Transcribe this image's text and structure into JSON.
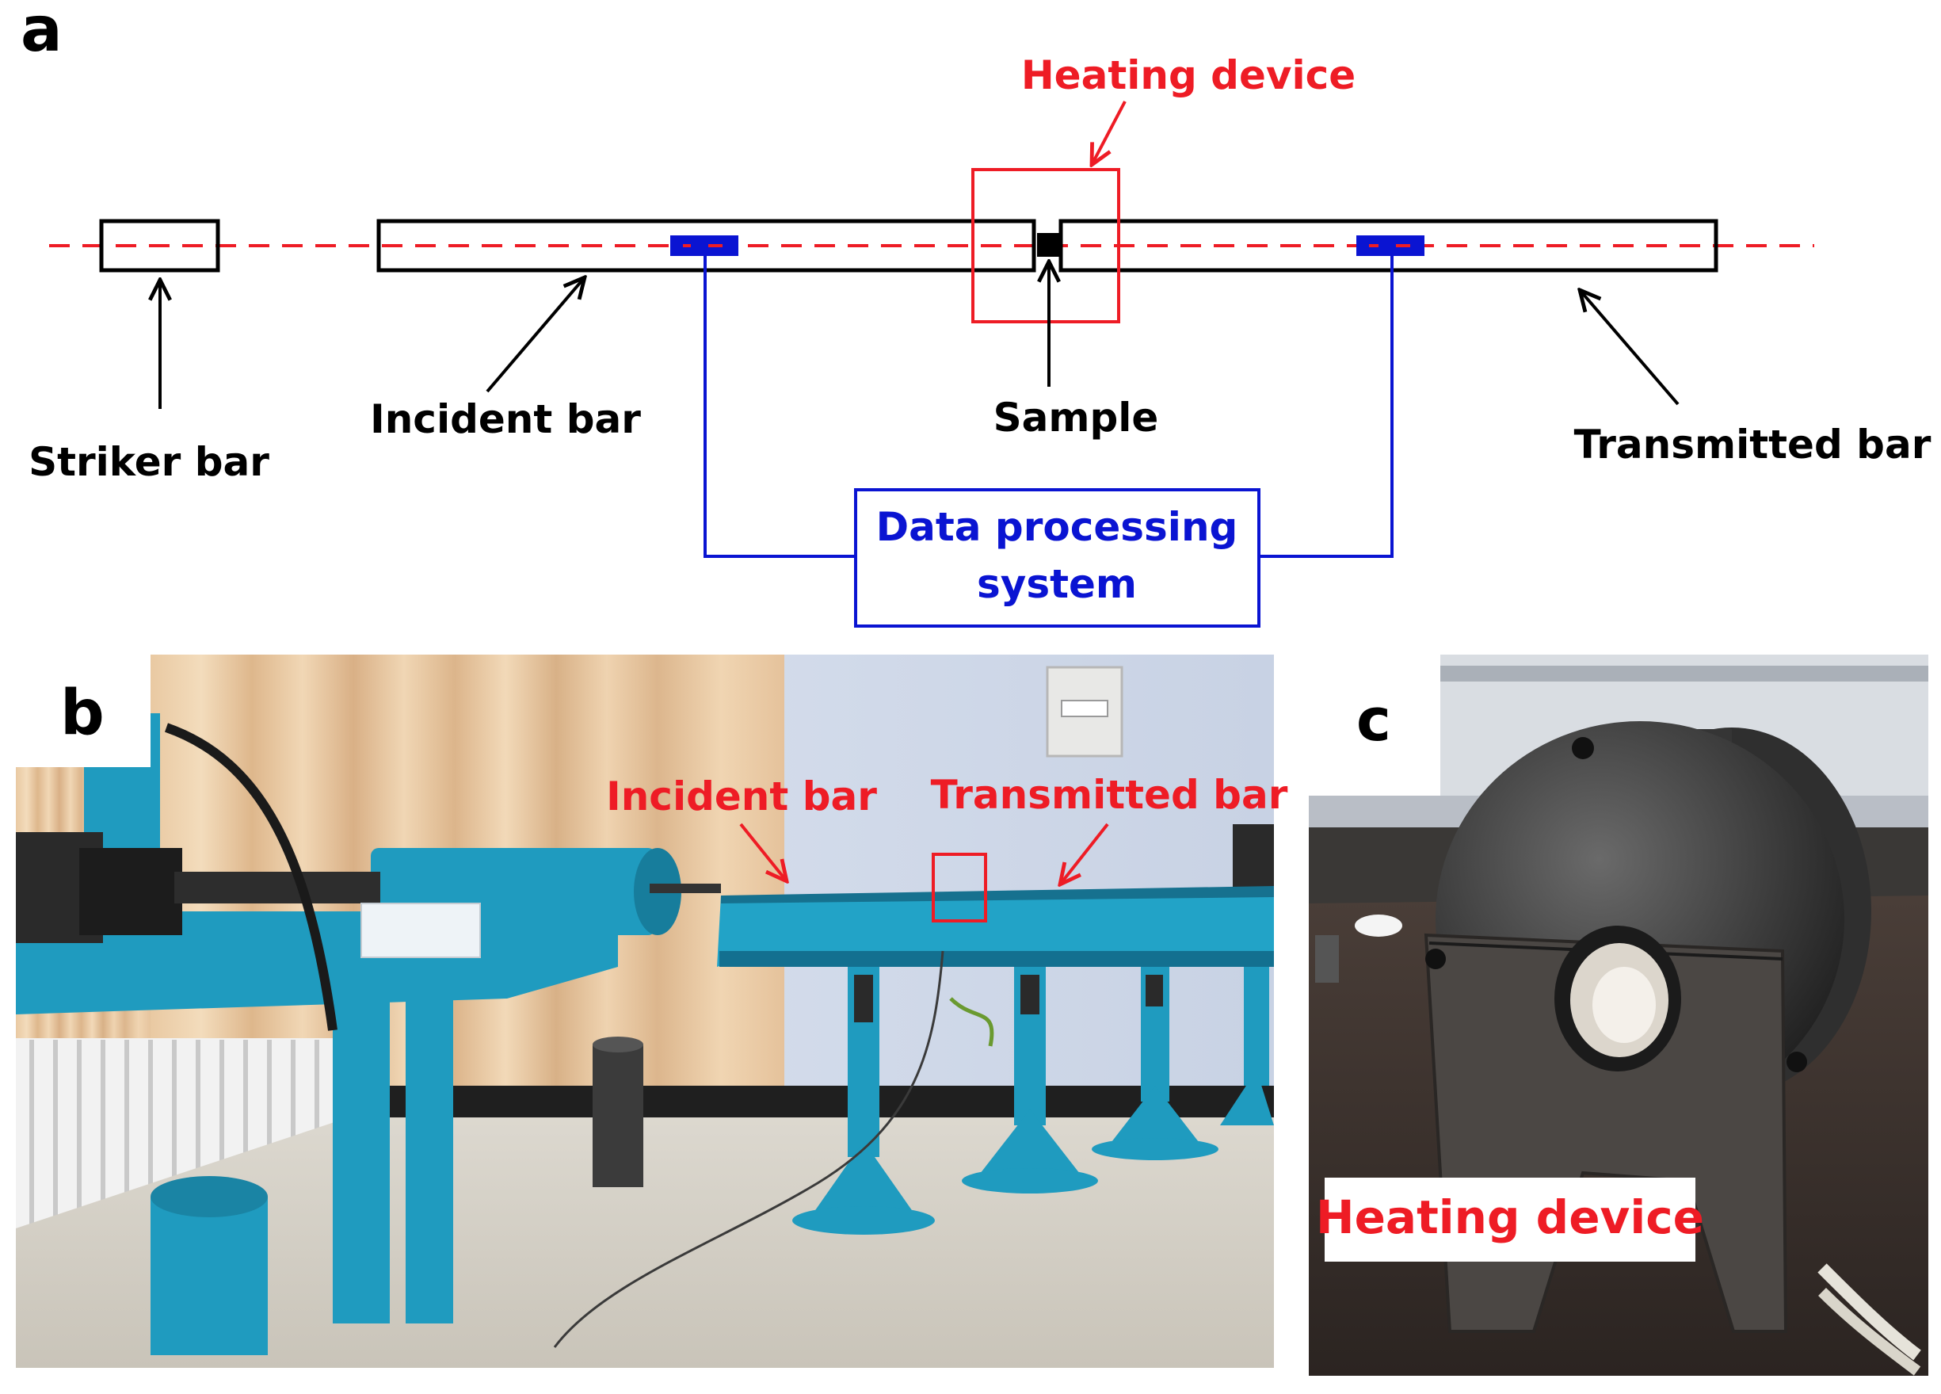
{
  "panels": {
    "a": "a",
    "b": "b",
    "c": "c"
  },
  "schematic": {
    "striker_bar": "Striker bar",
    "incident_bar": "Incident bar",
    "sample": "Sample",
    "transmitted_bar": "Transmitted bar",
    "heating_device": "Heating device",
    "data_processing_line1": "Data processing",
    "data_processing_line2": "system"
  },
  "photo_b": {
    "incident_bar": "Incident bar",
    "transmitted_bar": "Transmitted bar"
  },
  "photo_c": {
    "heating_device": "Heating device"
  },
  "colors": {
    "red": "#ee1c25",
    "blue": "#0a14d2",
    "black": "#000000",
    "teal": "#1f9bbf"
  }
}
